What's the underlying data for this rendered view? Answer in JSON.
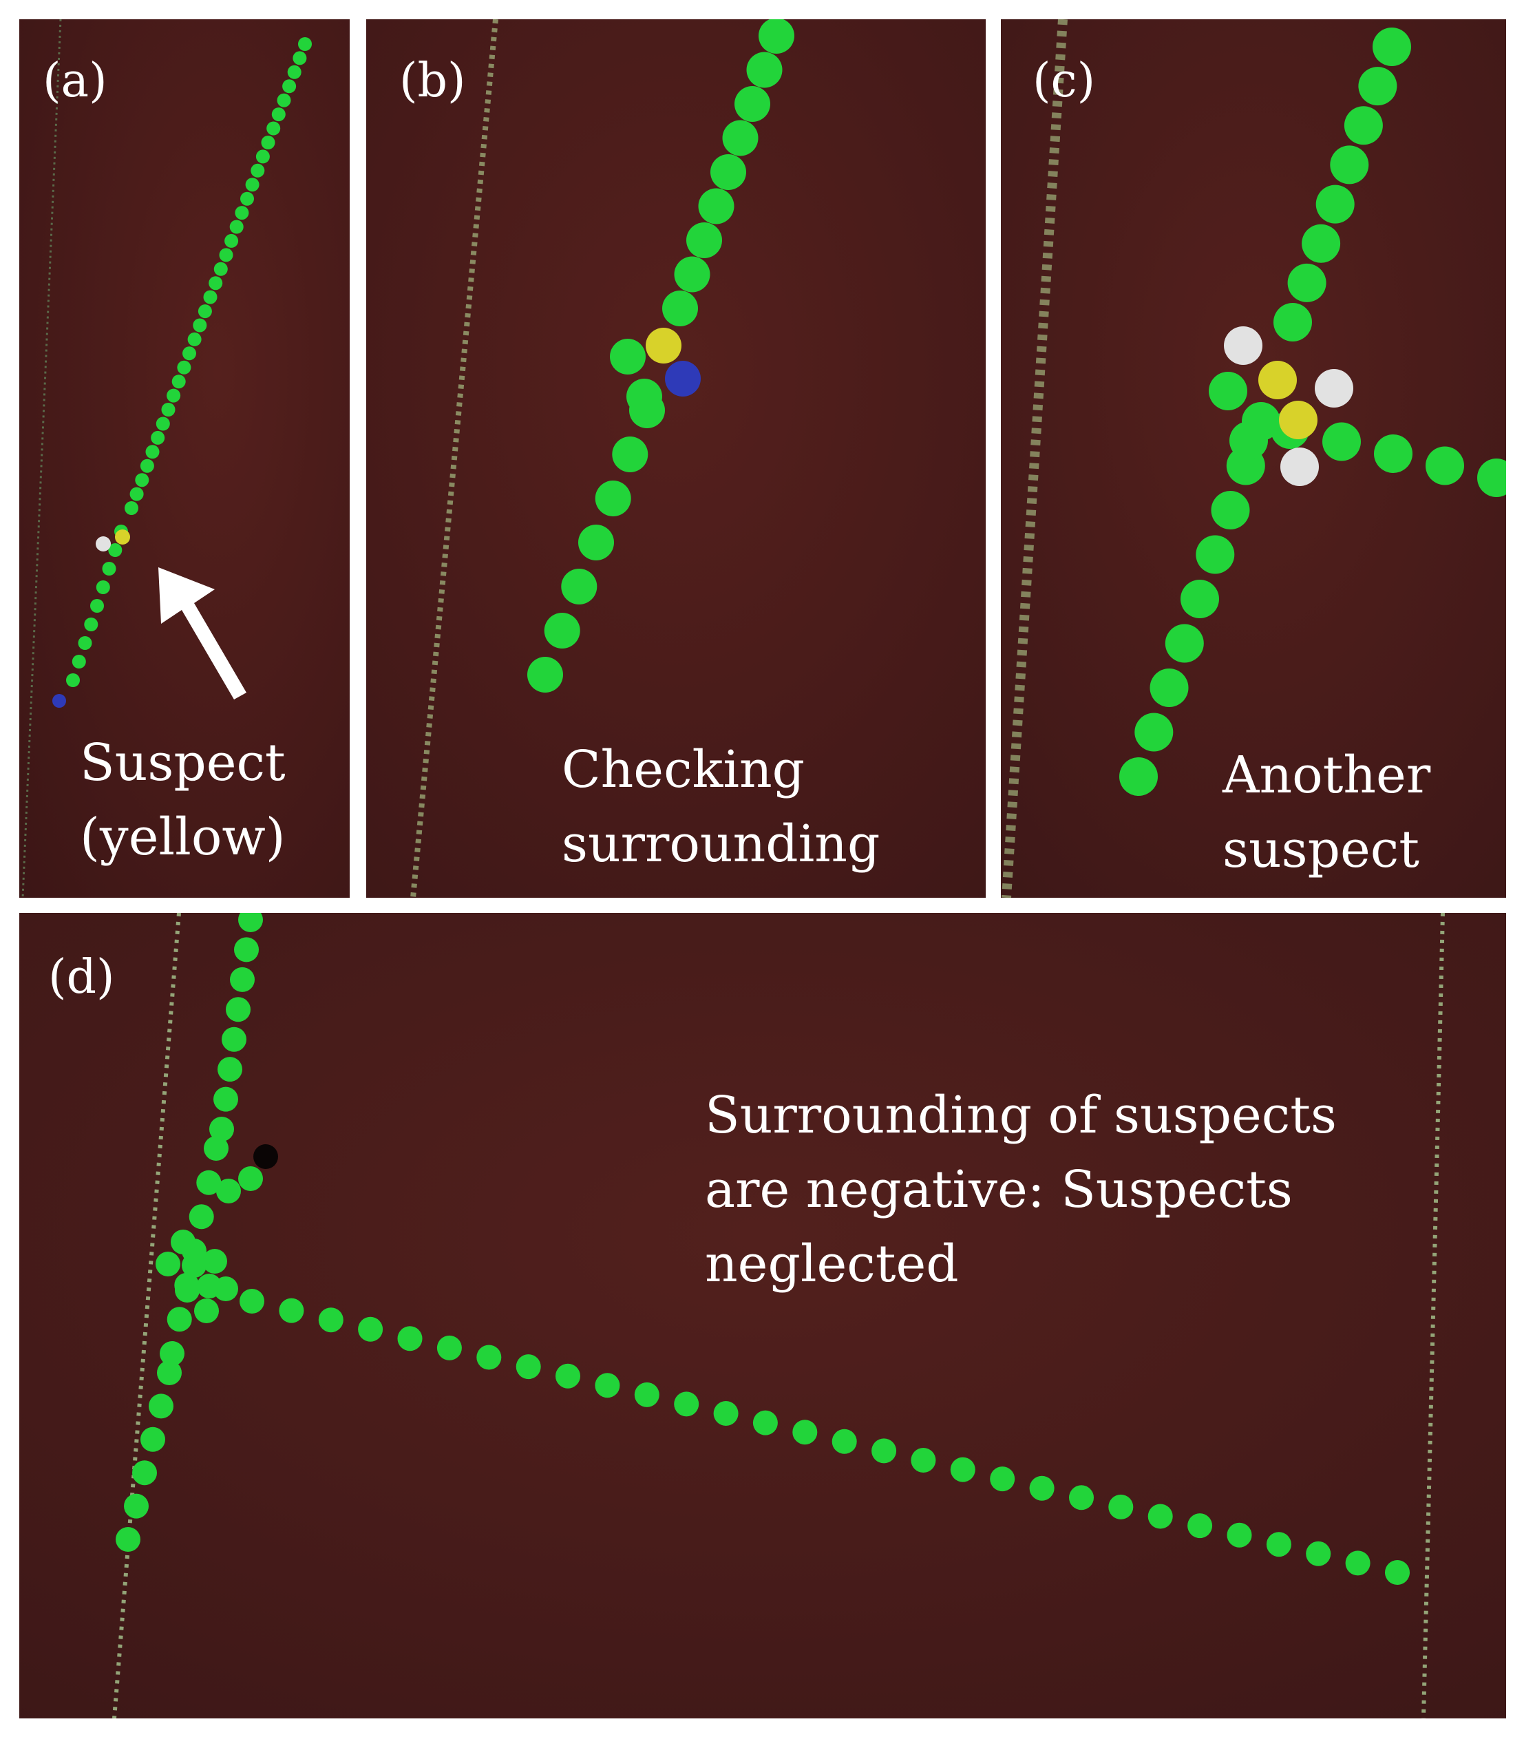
{
  "figure": {
    "background_color": "#ffffff",
    "board_color": "#4a1a18",
    "bead_colors": {
      "positive": "#22d43a",
      "suspect": "#d8d22a",
      "checked": "#e2e2e2",
      "blue": "#2e3ab8",
      "negative": "#0a0505"
    },
    "panels": [
      {
        "id": "a",
        "label": "(a)",
        "caption_lines": [
          "Suspect",
          "(yellow)"
        ],
        "icon": "arrow-icon"
      },
      {
        "id": "b",
        "label": "(b)",
        "caption_lines": [
          "Checking",
          "surrounding"
        ]
      },
      {
        "id": "c",
        "label": "(c)",
        "caption_lines": [
          "Another",
          "suspect"
        ]
      },
      {
        "id": "d",
        "label": "(d)",
        "caption_lines": [
          "Surrounding of suspects",
          "are negative: Suspects",
          "neglected"
        ]
      }
    ]
  }
}
